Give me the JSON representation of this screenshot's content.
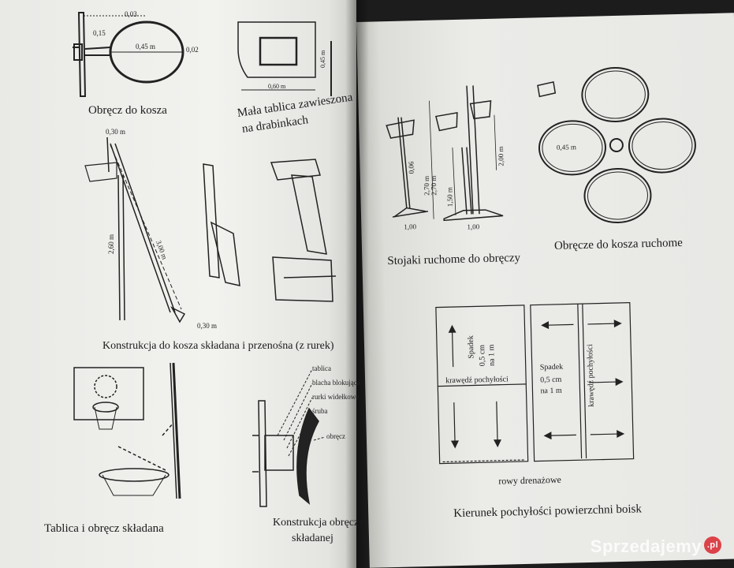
{
  "left_page": {
    "hoop": {
      "caption": "Obręcz do kosza",
      "dim_top": "0,03",
      "dim_arm": "0,15",
      "dim_diameter": "0,45 m",
      "dim_ring": "0,02"
    },
    "small_board": {
      "caption_line1": "Mała tablica zawieszona",
      "caption_line2": "na drabinkach",
      "dim_width": "0,60 m",
      "dim_height": "0,45 m"
    },
    "folding_construction": {
      "caption": "Konstrukcja do kosza składana i przenośna (z rurek)",
      "dim_top": "0,30 m",
      "dim_height": "2,60 m",
      "dim_diag": "3,00 m",
      "dim_base": "0,30 m"
    },
    "board_folding": {
      "caption": "Tablica i obręcz składana"
    },
    "folding_hoop_construction": {
      "caption_line1": "Konstrukcja obręczy",
      "caption_line2": "składanej",
      "labels": [
        "tablica",
        "blacha blokująca",
        "rurki widełkowe",
        "śruba",
        "obręcz"
      ]
    }
  },
  "right_page": {
    "stands": {
      "caption": "Stojaki ruchome do obręczy",
      "dim_a": "0,06",
      "dim_b": "2,70 m",
      "dim_c": "2,70 m",
      "dim_d": "1,50 m",
      "dim_e": "2,00 m",
      "base_a": "1,00",
      "base_b": "1,00"
    },
    "movable_hoops": {
      "caption": "Obręcze do kosza ruchome",
      "dim_diameter": "0,45 m"
    },
    "slope": {
      "caption": "Kierunek pochyłości powierzchni boisk",
      "drain_label": "rowy drenażowe",
      "left_edge_label": "krawędź pochyłości",
      "left_slope_line1": "Spadek",
      "left_slope_line2": "0,5 cm",
      "left_slope_line3": "na 1 m",
      "right_slope_line1": "Spadek",
      "right_slope_line2": "0,5 cm",
      "right_slope_line3": "na 1 m",
      "right_edge_label": "krawędź pochyłości"
    }
  },
  "watermark": {
    "text": "Sprzedajemy",
    "badge": ".pl"
  }
}
